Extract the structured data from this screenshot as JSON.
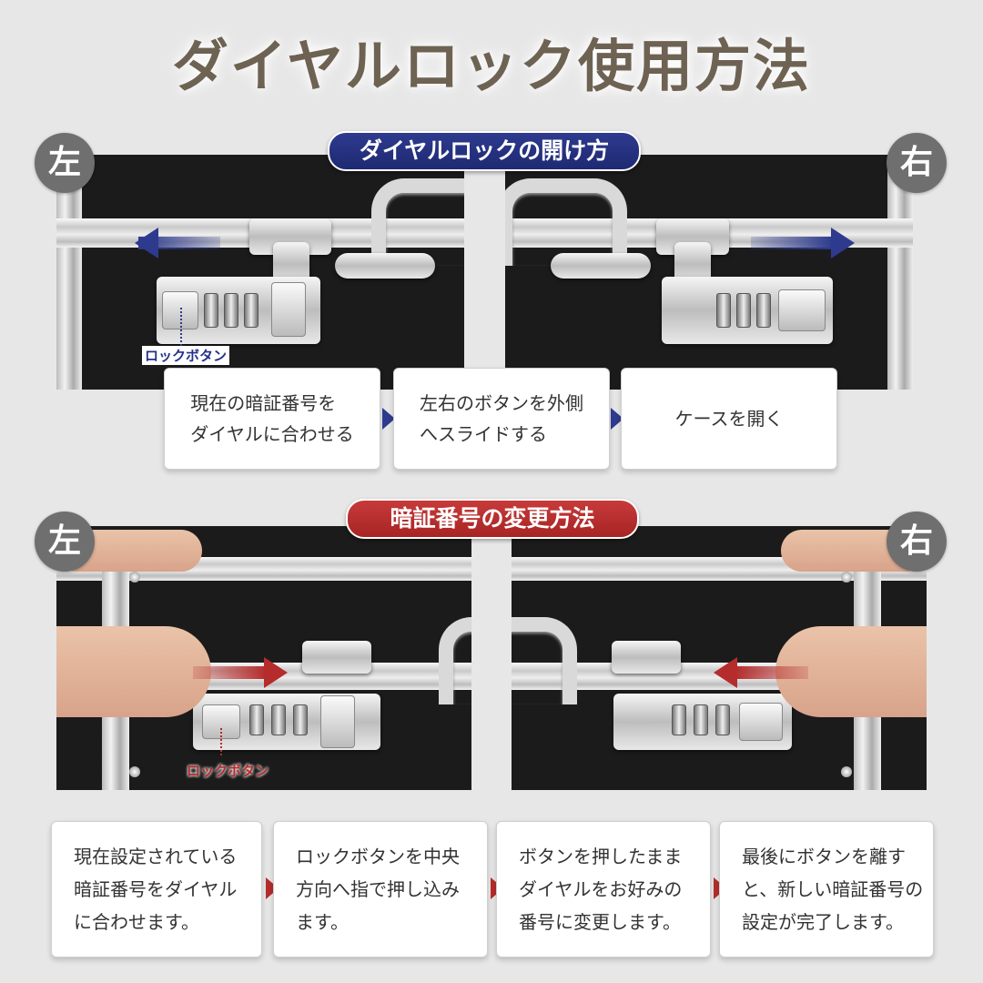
{
  "title": "ダイヤルロック使用方法",
  "open_section": {
    "heading": "ダイヤルロックの開け方",
    "left_label": "左",
    "right_label": "右",
    "lock_button_label": "ロックボタン",
    "steps": [
      "現在の暗証番号を\nダイヤルに合わせる",
      "左右のボタンを外側\nへスライドする",
      "ケースを開く"
    ]
  },
  "change_section": {
    "heading": "暗証番号の変更方法",
    "left_label": "左",
    "right_label": "右",
    "lock_button_label": "ロックボタン",
    "steps": [
      "現在設定されている\n暗証番号をダイヤル\nに合わせます。",
      "ロックボタンを中央\n方向へ指で押し込み\nます。",
      "ボタンを押したまま\nダイヤルをお好みの\n番号に変更します。",
      "最後にボタンを離す\nと、新しい暗証番号の\n設定が完了します。"
    ]
  },
  "colors": {
    "blue_accent": "#2e3a8e",
    "red_accent": "#b52c2c",
    "title_color": "#6e6253"
  }
}
